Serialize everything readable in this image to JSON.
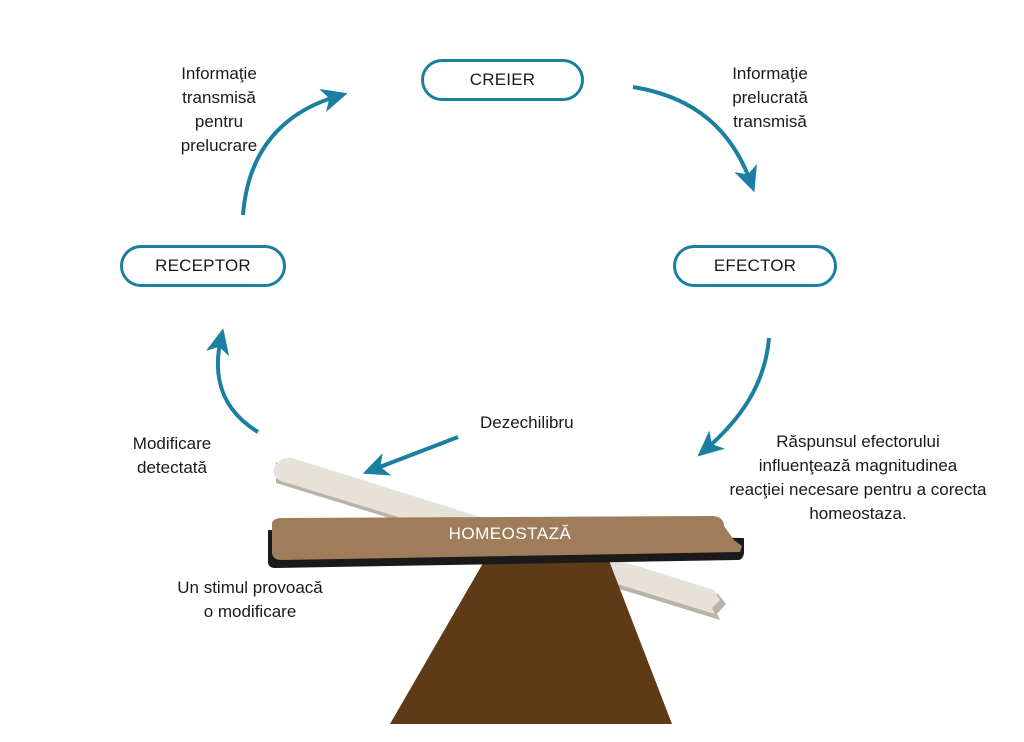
{
  "nodes": {
    "brain": "CREIER",
    "receptor": "RECEPTOR",
    "effector": "EFECTOR"
  },
  "labels": {
    "info_to_process": [
      "Informaţie",
      "transmisă",
      "pentru",
      "prelucrare"
    ],
    "info_processed": [
      "Informaţie",
      "prelucrată",
      "transmisă"
    ],
    "change_detected": [
      "Modificare",
      "detectată"
    ],
    "imbalance": "Dezechilibru",
    "effector_response": [
      "Răspunsul efectorului",
      "influenţează magnitudinea",
      "reacţiei necesare pentru a corecta",
      "homeostaza."
    ],
    "stimulus": [
      "Un stimul provoacă",
      "o modificare"
    ]
  },
  "balance": {
    "plank_label": "HOMEOSTAZĂ"
  },
  "colors": {
    "accent": "#1a7fa0",
    "plank": "#a07d5a",
    "fulcrum": "#5e3a17",
    "ghost_plank": "#e6e2da"
  }
}
